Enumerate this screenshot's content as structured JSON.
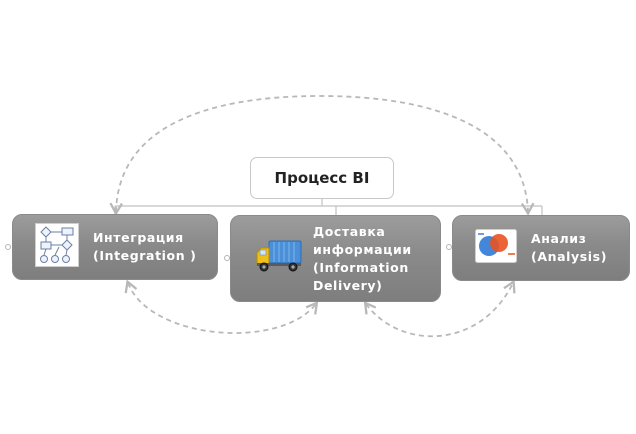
{
  "root": {
    "label": "Процесс BI"
  },
  "topics": [
    {
      "id": "integration",
      "label": "Интеграция\n(Integration )",
      "icon": "flowchart-icon"
    },
    {
      "id": "delivery",
      "label": "Доставка\nинформации\n(Information\nDelivery)",
      "icon": "truck-icon"
    },
    {
      "id": "analysis",
      "label": "Анализ\n(Analysis)",
      "icon": "venn-chart-icon"
    }
  ],
  "colors": {
    "topic_fill": "#8a8a8a",
    "connector": "#c0c0c0",
    "dashed_link": "#b8b8b8"
  }
}
